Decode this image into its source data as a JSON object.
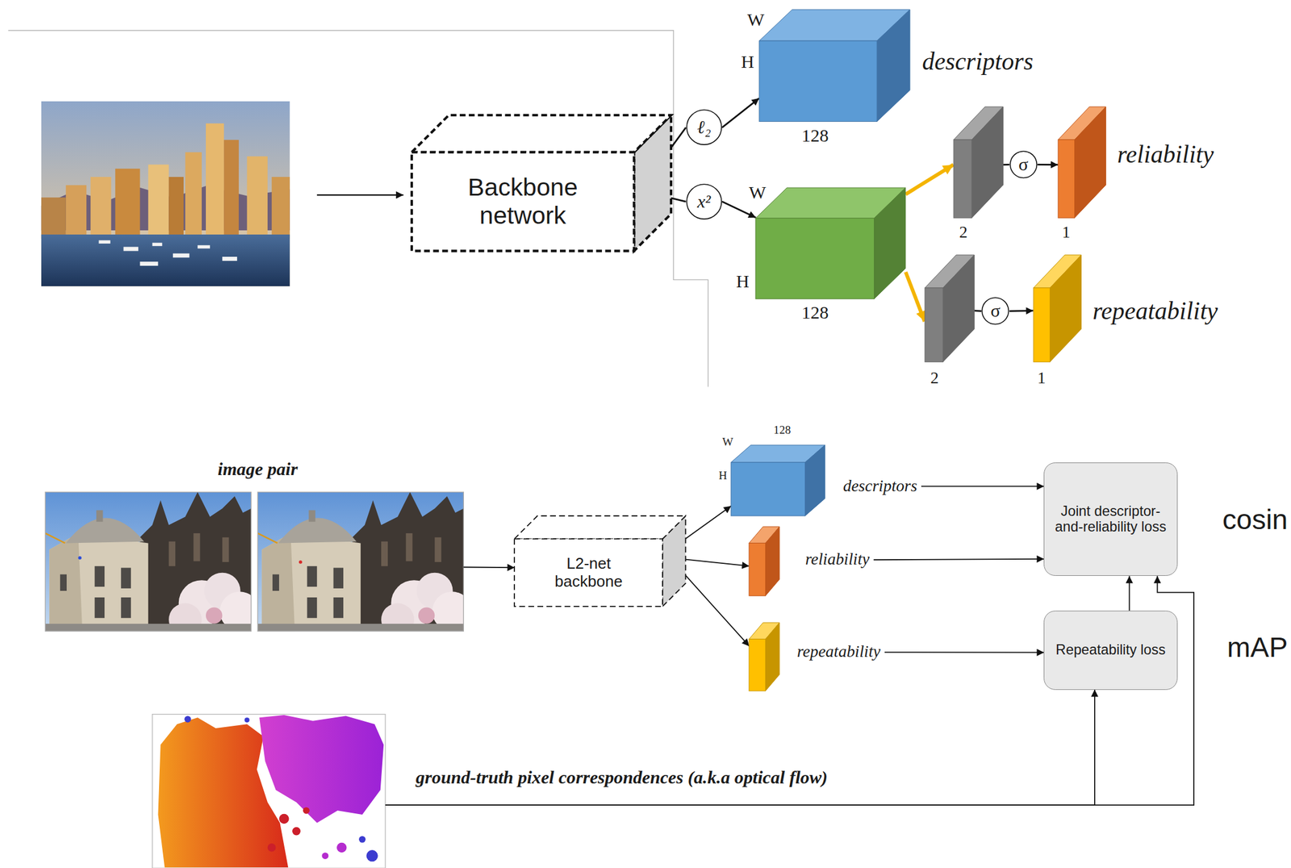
{
  "diagram": {
    "nodes": [
      {
        "text": [
          "Backbone network"
        ]
      },
      {
        "text": [
          "ℓ₂"
        ]
      },
      {
        "text": [
          "x²"
        ]
      },
      {
        "text": [
          "W",
          "H",
          "128",
          "descriptors"
        ]
      },
      {
        "text": [
          "W",
          "H",
          "128"
        ]
      },
      {
        "text": [
          "2"
        ]
      },
      {
        "text": [
          "σ"
        ]
      },
      {
        "text": [
          "1",
          "reliability"
        ]
      },
      {
        "text": [
          "2"
        ]
      },
      {
        "text": [
          "σ"
        ]
      },
      {
        "text": [
          "1",
          "repeatability"
        ]
      },
      {
        "text": [
          "image pair"
        ]
      },
      {
        "text": [
          "L2-net backbone"
        ]
      },
      {
        "text": [
          "128",
          "W",
          "H",
          "descriptors"
        ]
      },
      {
        "text": [
          "reliability"
        ]
      },
      {
        "text": [
          "repeatability"
        ]
      },
      {
        "text": [
          "Joint descriptor-and-reliability loss"
        ]
      },
      {
        "text": [
          "Repeatability loss"
        ]
      },
      {
        "text": [
          "ground-truth pixel correspondences (a.k.a optical flow)"
        ]
      }
    ],
    "edges": [
      {
        "from": 0,
        "to": 1,
        "arrow": "none"
      },
      {
        "from": 1,
        "to": 3,
        "arrow": "to"
      },
      {
        "from": 0,
        "to": 2,
        "arrow": "none"
      },
      {
        "from": 2,
        "to": 4,
        "arrow": "to"
      },
      {
        "from": 4,
        "to": 5,
        "arrow": "to"
      },
      {
        "from": 5,
        "to": 6,
        "arrow": "none"
      },
      {
        "from": 6,
        "to": 7,
        "arrow": "to"
      },
      {
        "from": 4,
        "to": 8,
        "arrow": "to"
      },
      {
        "from": 8,
        "to": 9,
        "arrow": "none"
      },
      {
        "from": 9,
        "to": 10,
        "arrow": "to"
      },
      {
        "from": 11,
        "to": 12,
        "arrow": "to"
      },
      {
        "from": 12,
        "to": 13,
        "arrow": "to"
      },
      {
        "from": 12,
        "to": 14,
        "arrow": "to"
      },
      {
        "from": 12,
        "to": 15,
        "arrow": "to"
      },
      {
        "from": 13,
        "to": 16,
        "arrow": "to"
      },
      {
        "from": 14,
        "to": 16,
        "arrow": "to"
      },
      {
        "from": 15,
        "to": 17,
        "arrow": "to"
      },
      {
        "from": 17,
        "to": 16,
        "arrow": "to"
      },
      {
        "from": 18,
        "to": 17,
        "arrow": "to"
      },
      {
        "from": 18,
        "to": 16,
        "arrow": "to"
      }
    ],
    "labels": [
      "cosin",
      "mAP"
    ]
  }
}
